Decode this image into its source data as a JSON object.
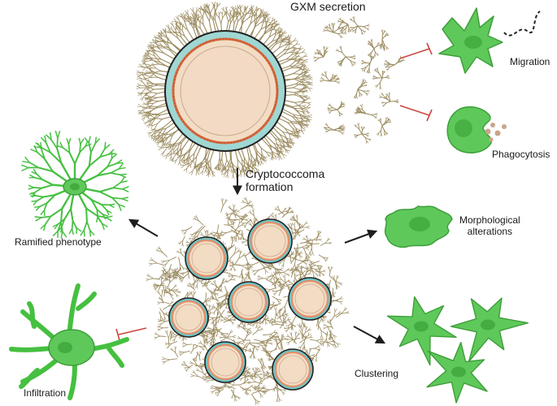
{
  "labels": {
    "gxm_secretion": "GXM secretion",
    "migration": "Migration",
    "phagocytosis": "Phagocytosis",
    "cryptococcoma_line1": "Cryptococcoma",
    "cryptococcoma_line2": "formation",
    "ramified": "Ramified phenotype",
    "morphological_line1": "Morphological",
    "morphological_line2": "alterations",
    "infiltration": "Infiltration",
    "clustering": "Clustering"
  },
  "colors": {
    "capsule_fiber": "#9a8a5e",
    "cell_wall": "#6fc4c4",
    "cell_membrane": "#e5906a",
    "cytoplasm": "#f3dcc4",
    "cell_outline": "#3a3a3a",
    "microglia_fill": "#5ec95a",
    "microglia_stroke": "#3e9e3a",
    "nucleus": "#3fa53b",
    "ramified_line": "#45c040",
    "inhibit_arrow": "#c9473f",
    "arrow": "#1e1e1e"
  },
  "icons": [
    "cryptococcus-cell-icon",
    "gxm-fragment-icon",
    "microglia-cell-icon",
    "ramified-microglia-icon",
    "inhibition-arrow-icon",
    "arrow-icon"
  ]
}
